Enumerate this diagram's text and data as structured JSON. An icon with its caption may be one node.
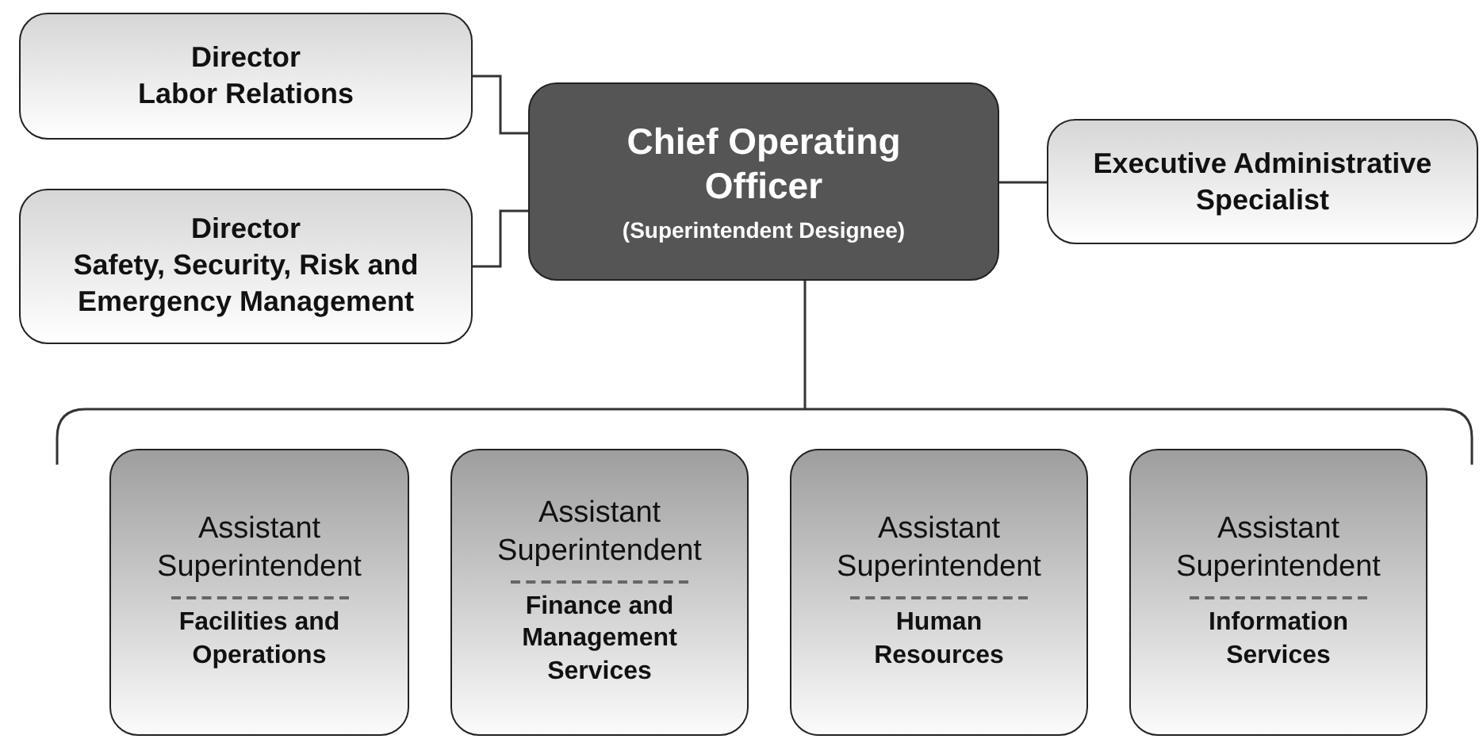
{
  "diagram": {
    "nodes": [
      {
        "text": [
          "Director",
          "Labor Relations"
        ]
      },
      {
        "text": [
          "Director",
          "Safety, Security, Risk and Emergency Management"
        ]
      },
      {
        "text": [
          "Chief Operating Officer",
          "(Superintendent Designee)"
        ]
      },
      {
        "text": [
          "Executive Administrative Specialist"
        ]
      },
      {
        "text": [],
        "shape": "bracket"
      },
      {
        "text": [
          "Assistant Superintendent",
          "Facilities and Operations"
        ]
      },
      {
        "text": [
          "Assistant Superintendent",
          "Finance and Management Services"
        ]
      },
      {
        "text": [
          "Assistant Superintendent",
          "Human Resources"
        ]
      },
      {
        "text": [
          "Assistant Superintendent",
          "Information Services"
        ]
      }
    ],
    "edges": [
      {
        "from": 2,
        "to": 0,
        "arrow": "none"
      },
      {
        "from": 2,
        "to": 1,
        "arrow": "none"
      },
      {
        "from": 2,
        "to": 3,
        "arrow": "none"
      },
      {
        "from": 2,
        "to": 4,
        "arrow": "none"
      }
    ]
  }
}
